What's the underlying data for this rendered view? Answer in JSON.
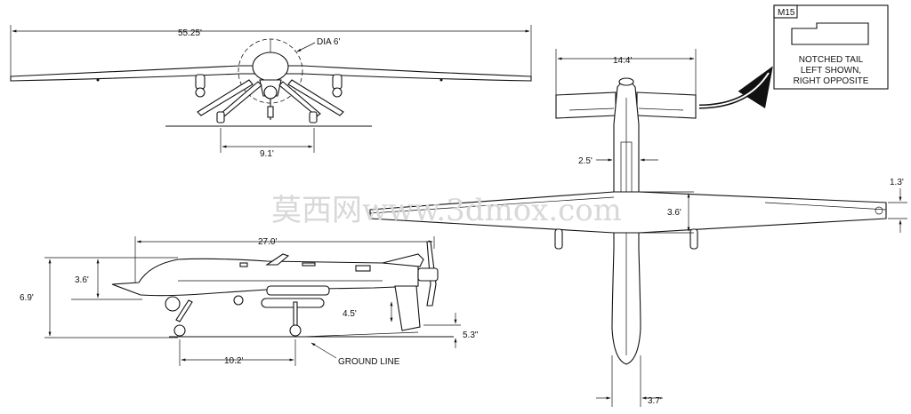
{
  "front_view": {
    "wingspan": "55.25'",
    "prop_diameter": "DIA 6'",
    "gear_track": "9.1'"
  },
  "side_view": {
    "length": "27.0'",
    "fuselage_height": "3.6'",
    "overall_height": "6.9'",
    "wheelbase": "10.2'",
    "tail_height": "4.5'",
    "tail_clearance": "5.3\"",
    "ground_line": "GROUND LINE"
  },
  "top_view": {
    "tail_span": "14.4'",
    "fuselage_width": "2.5'",
    "wing_root_chord": "3.6'",
    "wing_tip_chord": "1.3'",
    "nose_width": "3.7'"
  },
  "detail": {
    "tag": "M15",
    "note_lines": [
      "NOTCHED TAIL",
      "LEFT SHOWN,",
      "RIGHT OPPOSITE"
    ]
  },
  "watermark": "莫西网www.3dmox.com"
}
